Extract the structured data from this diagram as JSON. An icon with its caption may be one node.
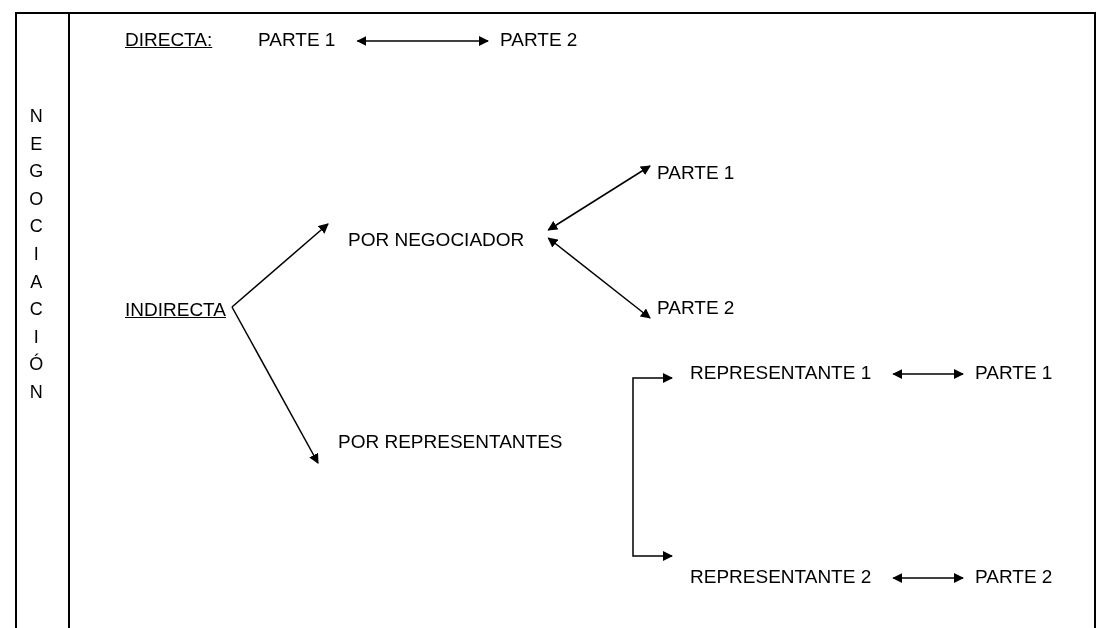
{
  "diagram": {
    "nodes": [
      {
        "text": [
          "NEGOCIACIÓN"
        ]
      },
      {
        "text": [
          "PARTE 1"
        ]
      },
      {
        "text": [
          "PARTE 2"
        ]
      },
      {
        "text": [
          "INDIRECTA"
        ]
      },
      {
        "text": [
          "POR NEGOCIADOR"
        ]
      },
      {
        "text": [
          "PARTE 1"
        ]
      },
      {
        "text": [
          "PARTE 2"
        ]
      },
      {
        "text": [
          "POR REPRESENTANTES"
        ]
      },
      {
        "text": [
          "REPRESENTANTE 1"
        ]
      },
      {
        "text": [
          "PARTE 1"
        ]
      },
      {
        "text": [
          "REPRESENTANTE 2"
        ]
      },
      {
        "text": [
          "PARTE 2"
        ]
      }
    ],
    "edges": [
      {
        "from": 1,
        "to": 2,
        "arrow": "both"
      },
      {
        "from": 3,
        "to": 4,
        "arrow": "to"
      },
      {
        "from": 3,
        "to": 7,
        "arrow": "to"
      },
      {
        "from": 4,
        "to": 5,
        "arrow": "both"
      },
      {
        "from": 4,
        "to": 6,
        "arrow": "both"
      },
      {
        "from": 7,
        "to": 8,
        "arrow": "to"
      },
      {
        "from": 7,
        "to": 10,
        "arrow": "to"
      },
      {
        "from": 8,
        "to": 9,
        "arrow": "both"
      },
      {
        "from": 10,
        "to": 11,
        "arrow": "both"
      }
    ],
    "labels": [
      "DIRECTA:"
    ]
  }
}
